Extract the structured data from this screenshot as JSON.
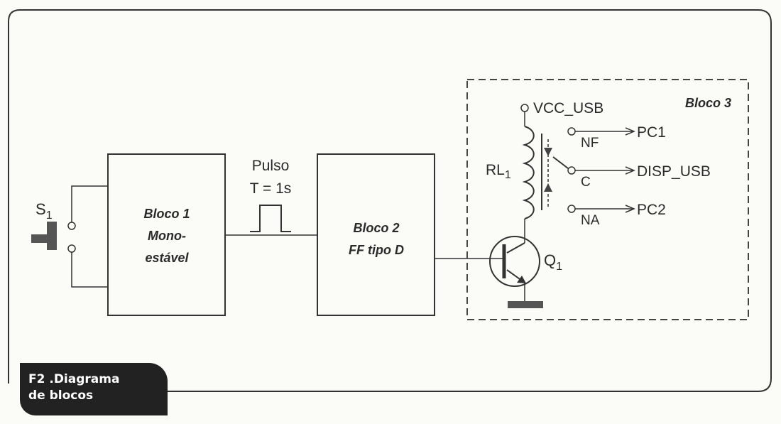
{
  "switch_label": "S",
  "switch_label_sub": "1",
  "block1": {
    "line1": "Bloco 1",
    "line2": "Mono-",
    "line3": "estável"
  },
  "pulse": {
    "line1": "Pulso",
    "line2": "T = 1s"
  },
  "block2": {
    "line1": "Bloco 2",
    "line2": "FF tipo D"
  },
  "block3": {
    "title": "Bloco 3",
    "vcc": "VCC_USB",
    "relay": "RL",
    "relay_sub": "1",
    "nf": "NF",
    "c": "C",
    "na": "NA",
    "out_pc1": "PC1",
    "out_disp": "DISP_USB",
    "out_pc2": "PC2",
    "transistor": "Q",
    "transistor_sub": "1"
  },
  "caption": {
    "line1": "F2 .Diagrama",
    "line2": "de blocos"
  },
  "colors": {
    "ink": "#2a2a2a",
    "dark_fill": "#4a4a4a",
    "caption_bg": "#222222"
  }
}
